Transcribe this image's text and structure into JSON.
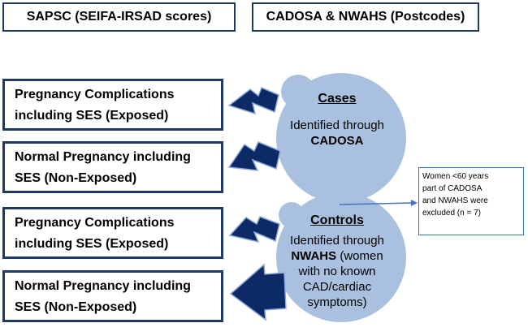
{
  "headers": {
    "left": "SAPSC (SEIFA-IRSAD scores)",
    "right": "CADOSA & NWAHS (Postcodes)"
  },
  "boxes": [
    {
      "line1": "Pregnancy Complications",
      "line2": "including SES (Exposed)"
    },
    {
      "line1": "Normal Pregnancy including",
      "line2": "SES (Non-Exposed)"
    },
    {
      "line1": "Pregnancy Complications",
      "line2": "including SES (Exposed)"
    },
    {
      "line1": "Normal Pregnancy including",
      "line2": "SES (Non-Exposed)"
    }
  ],
  "cases": {
    "title": "Cases",
    "line1": "Identified through",
    "line2": "CADOSA"
  },
  "controls": {
    "title": "Controls",
    "line1": "Identified through",
    "line2_bold": "NWAHS",
    "line2_rest": " (women",
    "line3": "with no known",
    "line4": "CAD/cardiac",
    "line5": "symptoms)"
  },
  "note": {
    "line1": "Women <60 years",
    "line2": "part of CADOSA",
    "line3": "and NWAHS were",
    "line4": "excluded (n = 7)"
  },
  "colors": {
    "navy": "#1f3864",
    "circle": "#a9c1de",
    "arrow": "#4472c4"
  }
}
